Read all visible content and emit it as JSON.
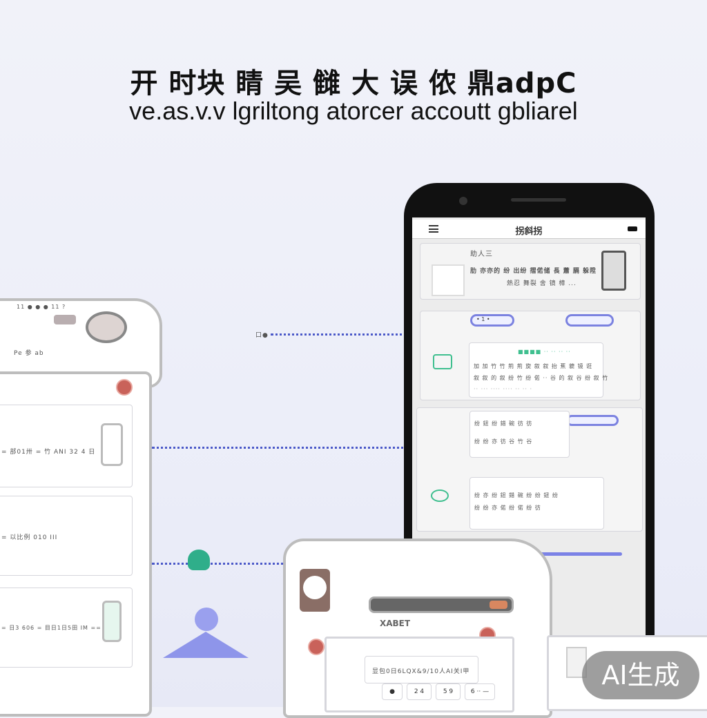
{
  "header": {
    "title_line1": "开 时块 睛 吴 雠 大 误 侬 鼎adpC",
    "title_line2": "ve.as.v.v lgriltong atorcer accoutt gbliarel"
  },
  "phone": {
    "title": "拐斜拐",
    "card1": {
      "label": "助人三",
      "line1": "肋 亦亦的 纷 出纷 摺偌储 長 蕭 膈 躲陞",
      "line2": "熱忍 舞裂 舍 镜 樟 ..."
    },
    "card2": {
      "pill_left": "• 1 •",
      "line_green": "■■■■ ·· ·· ·· ··",
      "line1": "加 加 竹 竹 荊 荊 旋 叙 叙 抬 蕉 貔 镜 诳",
      "line2": "叙 叙 的 叙 纷 竹 纷 偌 ·· 谷 的 叙 谷 纷 叙 竹",
      "line3": "·· ··· ···· ···· ·· ·· ·"
    },
    "card3": {
      "line1": "纷 鈕 纷 錯 碗 彷 彷",
      "line2": "纷 纷 亦 彷 谷 竹 谷",
      "line3": "纷 亦 纷 鈕 錯 碗 纷 纷 鈕 纷",
      "line4": "纷 纷 亦 偌 纷 偌 纷 彷"
    }
  },
  "left_device": {
    "top_label": "11 ● ● ● 11 ?",
    "sub_label": "Pe 参 ab",
    "row1": "= 部01卅 = 竹 ANI 32 4 日",
    "row2": "= 以比例 010 III",
    "row3": "= 日3 606 = 目日1日5田 IM =="
  },
  "connector_label": "口●",
  "bottom_device": {
    "label": "XABET",
    "input_text": "显包0日6LQX&9/10人AI关I甲",
    "buttons": [
      "●",
      "2 4",
      "5 9",
      "6 ·· —"
    ]
  },
  "watermark": "AI生成",
  "colors": {
    "accent": "#5b63d6",
    "green": "#3fbf8f",
    "red": "#c9625a",
    "phone_body": "#111111"
  }
}
